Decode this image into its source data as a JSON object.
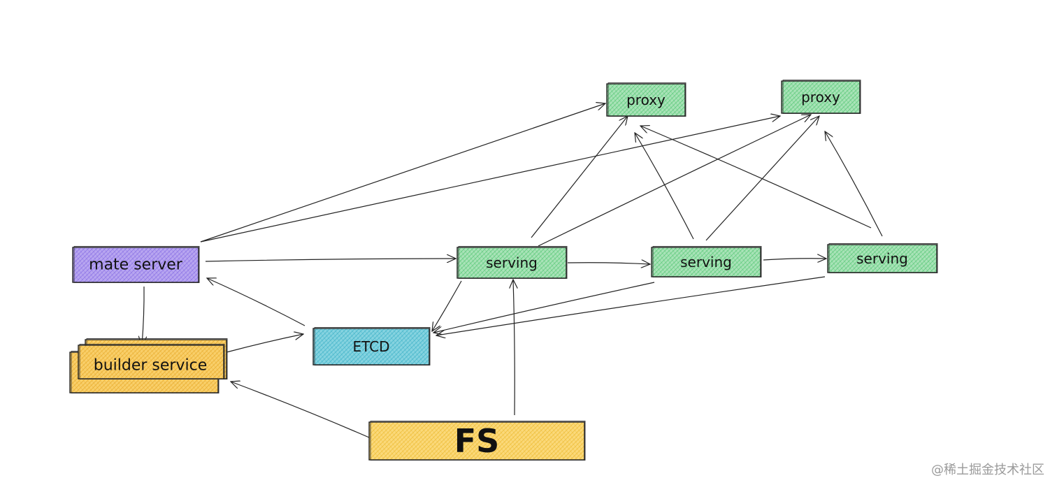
{
  "nodes": {
    "mate_server": {
      "label": "mate server",
      "color": "#b8a6f0",
      "hatch": "#7b5fe0"
    },
    "builder_service": {
      "label": "builder service",
      "color": "#f9cf6a",
      "hatch": "#e3a11b"
    },
    "etcd": {
      "label": "ETCD",
      "color": "#86d3e0",
      "hatch": "#2aa9c0"
    },
    "fs": {
      "label": "FS",
      "color": "#fbd97a",
      "hatch": "#e8b21e"
    },
    "serving_1": {
      "label": "serving",
      "color": "#a9e3b8",
      "hatch": "#3fbf62"
    },
    "serving_2": {
      "label": "serving",
      "color": "#a9e3b8",
      "hatch": "#3fbf62"
    },
    "serving_3": {
      "label": "serving",
      "color": "#a9e3b8",
      "hatch": "#3fbf62"
    },
    "proxy_1": {
      "label": "proxy",
      "color": "#a9e3b8",
      "hatch": "#3fbf62"
    },
    "proxy_2": {
      "label": "proxy",
      "color": "#a9e3b8",
      "hatch": "#3fbf62"
    }
  },
  "edges": [
    {
      "from": "mate_server",
      "to": "proxy_1"
    },
    {
      "from": "mate_server",
      "to": "proxy_2"
    },
    {
      "from": "mate_server",
      "to": "serving_1"
    },
    {
      "from": "mate_server",
      "to": "builder_service"
    },
    {
      "from": "etcd",
      "to": "mate_server"
    },
    {
      "from": "builder_service",
      "to": "etcd"
    },
    {
      "from": "fs",
      "to": "builder_service"
    },
    {
      "from": "fs",
      "to": "serving_1"
    },
    {
      "from": "serving_1",
      "to": "serving_2"
    },
    {
      "from": "serving_2",
      "to": "serving_3"
    },
    {
      "from": "serving_1",
      "to": "proxy_1"
    },
    {
      "from": "serving_1",
      "to": "proxy_2"
    },
    {
      "from": "serving_2",
      "to": "proxy_1"
    },
    {
      "from": "serving_2",
      "to": "proxy_2"
    },
    {
      "from": "serving_3",
      "to": "proxy_1"
    },
    {
      "from": "serving_3",
      "to": "proxy_2"
    },
    {
      "from": "serving_1",
      "to": "etcd"
    },
    {
      "from": "serving_2",
      "to": "etcd"
    },
    {
      "from": "serving_3",
      "to": "etcd"
    }
  ],
  "watermark": "@稀土掘金技术社区"
}
